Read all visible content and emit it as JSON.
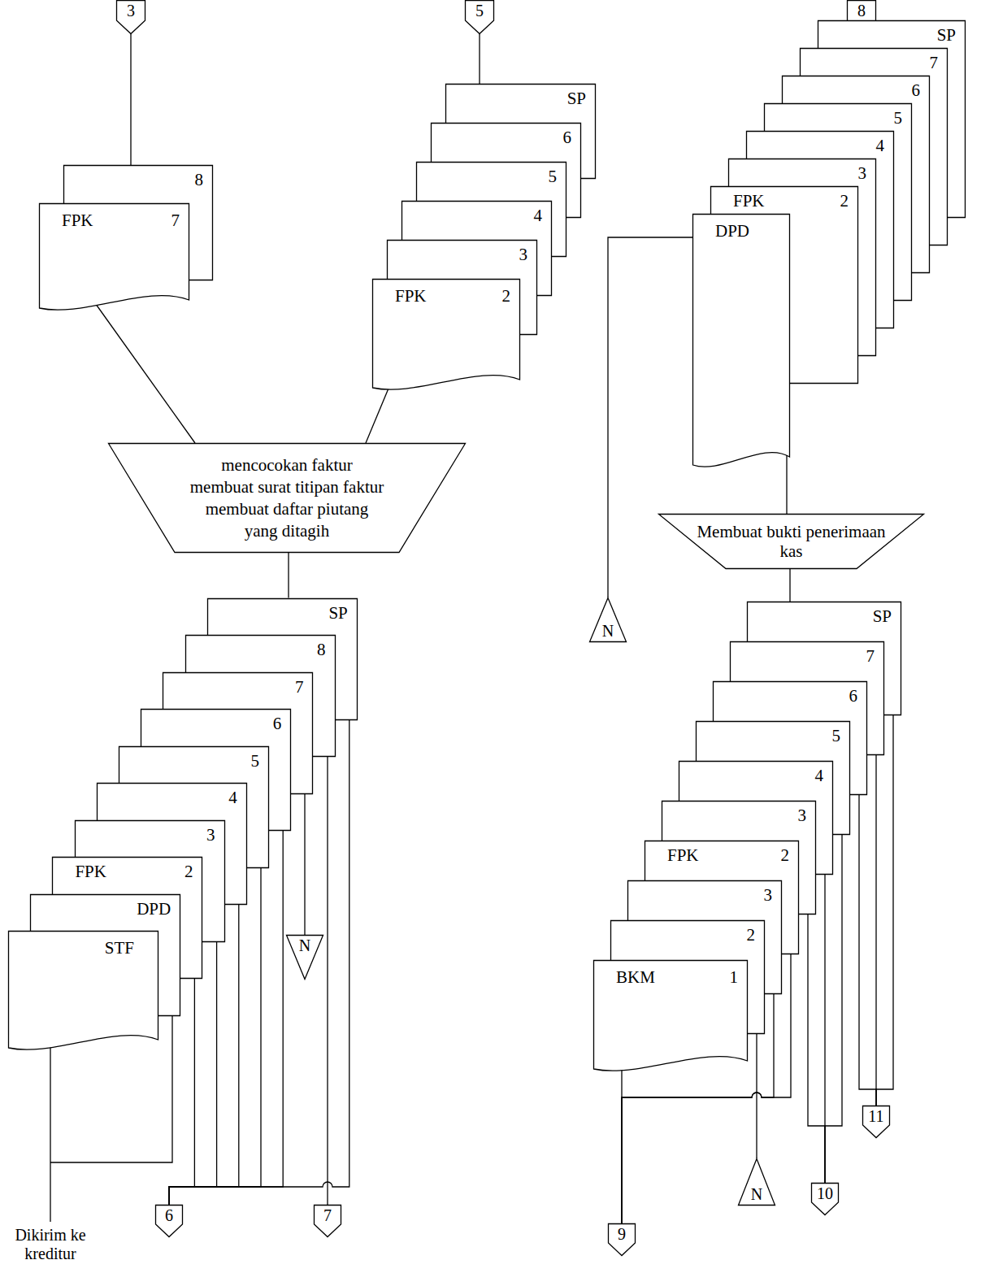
{
  "diagram": {
    "nodes": [
      {
        "text": [
          "3"
        ]
      },
      {
        "text": [
          "8"
        ]
      },
      {
        "text": [
          "FPK",
          "7"
        ]
      },
      {
        "text": [
          "5"
        ]
      },
      {
        "text": [
          "SP"
        ]
      },
      {
        "text": [
          "6"
        ]
      },
      {
        "text": [
          "5"
        ]
      },
      {
        "text": [
          "4"
        ]
      },
      {
        "text": [
          "3"
        ]
      },
      {
        "text": [
          "FPK",
          "2"
        ]
      },
      {
        "text": [
          "8"
        ]
      },
      {
        "text": [
          "SP"
        ]
      },
      {
        "text": [
          "7"
        ]
      },
      {
        "text": [
          "6"
        ]
      },
      {
        "text": [
          "5"
        ]
      },
      {
        "text": [
          "4"
        ]
      },
      {
        "text": [
          "3"
        ]
      },
      {
        "text": [
          "FPK",
          "2"
        ]
      },
      {
        "text": [
          "DPD"
        ]
      },
      {
        "text": [
          "N"
        ]
      },
      {
        "text": [
          "mencocokan faktur",
          "membuat surat titipan faktur",
          "membuat daftar piutang yang ditagih"
        ]
      },
      {
        "text": [
          "Membuat bukti penerimaan kas"
        ]
      },
      {
        "text": [
          "SP"
        ]
      },
      {
        "text": [
          "8"
        ]
      },
      {
        "text": [
          "7"
        ]
      },
      {
        "text": [
          "6"
        ]
      },
      {
        "text": [
          "5"
        ]
      },
      {
        "text": [
          "4"
        ]
      },
      {
        "text": [
          "3"
        ]
      },
      {
        "text": [
          "FPK",
          "2"
        ]
      },
      {
        "text": [
          "DPD"
        ]
      },
      {
        "text": [
          "STF"
        ]
      },
      {
        "text": [
          "N"
        ]
      },
      {
        "text": [
          "SP"
        ]
      },
      {
        "text": [
          "7"
        ]
      },
      {
        "text": [
          "6"
        ]
      },
      {
        "text": [
          "5"
        ]
      },
      {
        "text": [
          "4"
        ]
      },
      {
        "text": [
          "3"
        ]
      },
      {
        "text": [
          "FPK",
          "2"
        ]
      },
      {
        "text": [
          "3"
        ]
      },
      {
        "text": [
          "2"
        ]
      },
      {
        "text": [
          "BKM",
          "1"
        ]
      },
      {
        "text": [
          "6"
        ]
      },
      {
        "text": [
          "7"
        ]
      },
      {
        "text": [
          "9"
        ]
      },
      {
        "text": [
          "N"
        ]
      },
      {
        "text": [
          "10"
        ]
      },
      {
        "text": [
          "11"
        ]
      }
    ],
    "edges": [
      {
        "from": 0,
        "to": 1,
        "arrow": "none"
      },
      {
        "from": 2,
        "to": 20,
        "arrow": "none"
      },
      {
        "from": 3,
        "to": 4,
        "arrow": "none"
      },
      {
        "from": 9,
        "to": 20,
        "arrow": "none"
      },
      {
        "from": 10,
        "to": 11,
        "arrow": "none"
      },
      {
        "from": 18,
        "to": 19,
        "arrow": "none"
      },
      {
        "from": 18,
        "to": 21,
        "arrow": "none"
      },
      {
        "from": 20,
        "to": 22,
        "arrow": "none"
      },
      {
        "from": 22,
        "to": 43,
        "arrow": "none"
      },
      {
        "from": 23,
        "to": 44,
        "arrow": "none"
      },
      {
        "from": 24,
        "to": 32,
        "arrow": "none"
      },
      {
        "from": 25,
        "to": 43,
        "arrow": "none"
      },
      {
        "from": 26,
        "to": 43,
        "arrow": "none"
      },
      {
        "from": 27,
        "to": 43,
        "arrow": "none"
      },
      {
        "from": 28,
        "to": 43,
        "arrow": "none"
      },
      {
        "from": 29,
        "to": 43,
        "arrow": "none"
      },
      {
        "from": 42,
        "to": 45,
        "arrow": "none"
      },
      {
        "from": 41,
        "to": 46,
        "arrow": "none"
      },
      {
        "from": 40,
        "to": 45,
        "arrow": "none"
      },
      {
        "from": 39,
        "to": 45,
        "arrow": "none"
      },
      {
        "from": 38,
        "to": 47,
        "arrow": "none"
      },
      {
        "from": 37,
        "to": 47,
        "arrow": "none"
      },
      {
        "from": 36,
        "to": 47,
        "arrow": "none"
      },
      {
        "from": 35,
        "to": 48,
        "arrow": "none"
      },
      {
        "from": 34,
        "to": 48,
        "arrow": "none"
      },
      {
        "from": 33,
        "to": 48,
        "arrow": "none"
      },
      {
        "from": 21,
        "to": 33,
        "arrow": "none"
      }
    ],
    "labels": [
      "Dikirim ke kreditur"
    ]
  }
}
